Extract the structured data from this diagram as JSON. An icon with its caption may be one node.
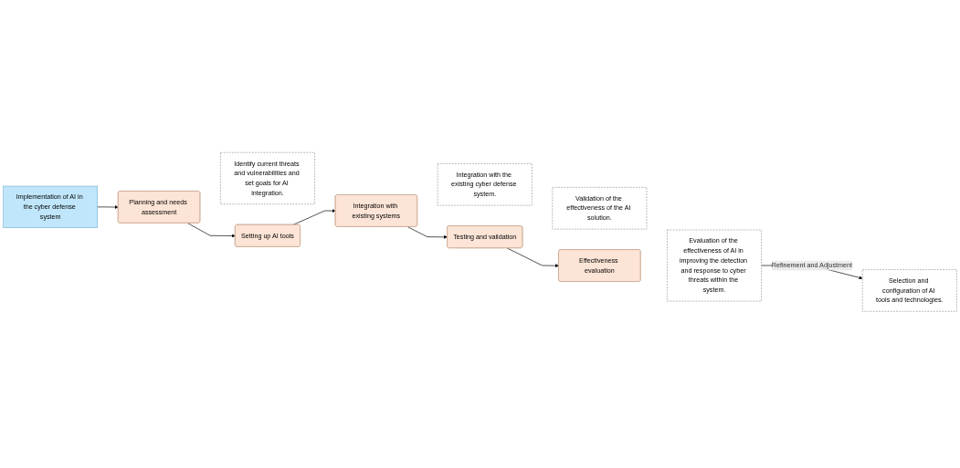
{
  "diagram": {
    "nodes": [
      {
        "text": [
          "Implementation of AI in the cyber defense system"
        ]
      },
      {
        "text": [
          "Planning and needs assessment"
        ]
      },
      {
        "text": [
          "Identify current threats and vulnerabilities and set goals for AI integration."
        ]
      },
      {
        "text": [
          "Setting up AI tools"
        ]
      },
      {
        "text": [
          "Selection and configuration of AI tools and technologies."
        ]
      },
      {
        "text": [
          "Integration with existing systems"
        ]
      },
      {
        "text": [
          "Integration with the existing cyber defense system."
        ]
      },
      {
        "text": [
          "Testing and validation"
        ]
      },
      {
        "text": [
          "Validation of the effectiveness of the AI solution."
        ]
      },
      {
        "text": [
          "Effectiveness evaluation"
        ]
      },
      {
        "text": [
          "Evaluation of the effectiveness of AI in improving the detection and response to cyber threats within the system."
        ]
      }
    ],
    "edges": [
      {
        "from": 0,
        "to": 1,
        "arrow": "to"
      },
      {
        "from": 1,
        "to": 3,
        "arrow": "to"
      },
      {
        "from": 3,
        "to": 5,
        "arrow": "to"
      },
      {
        "from": 5,
        "to": 7,
        "arrow": "to"
      },
      {
        "from": 7,
        "to": 9,
        "arrow": "to"
      },
      {
        "from": 10,
        "to": 4,
        "label": "Refinement and Adjustment",
        "arrow": "to"
      }
    ]
  }
}
